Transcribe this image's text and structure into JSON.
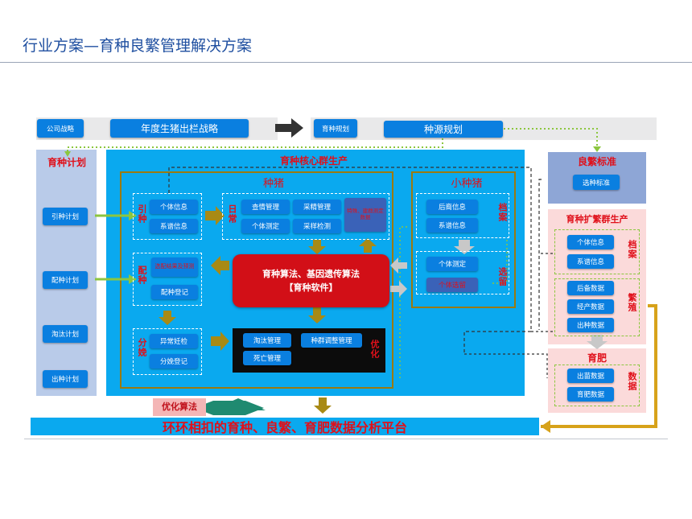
{
  "page_title": "行业方案—育种良繁管理解决方案",
  "top_bar": {
    "company_strategy": "公司战略",
    "annual_strategy": "年度生猪出栏战略",
    "breeding_plan": "育种规划",
    "source_plan": "种源规划"
  },
  "left_column": {
    "title": "育种计划",
    "items": [
      "引种计划",
      "配种计划",
      "淘汰计划",
      "出种计划"
    ]
  },
  "core": {
    "title": "育种核心群生产",
    "breeding_pig": {
      "title": "种猪",
      "intro_label": "引种",
      "intro_items": [
        "个体信息",
        "系谱信息"
      ],
      "daily_label": "日常",
      "daily_items": [
        "查情管理",
        "采精管理",
        "个体测定",
        "采样检测"
      ],
      "daily_red": "特殊、建群测定数据",
      "mating_label": "配种",
      "mating_red": "选配结果及预测",
      "mating_item": "配种登记",
      "farrow_label": "分娩",
      "farrow_items": [
        "异常妊检",
        "分娩登记"
      ],
      "algo_line1": "育种算法、基因遗传算法",
      "algo_line2": "【育种软件】",
      "cull_label": "优化",
      "cull_items": [
        "淘汰管理",
        "种群调整管理",
        "死亡管理"
      ]
    },
    "piglet": {
      "title": "小种猪",
      "archive_label": "档案",
      "archive_items": [
        "后裔信息",
        "系谱信息"
      ],
      "select_label": "选留",
      "select_items": [
        "个体测定",
        "个体选留"
      ]
    }
  },
  "right_column": {
    "standard_title": "良繁标准",
    "standard_item": "选种标准",
    "expand_title": "育种扩繁群生产",
    "archive_label": "档案",
    "archive_items": [
      "个体信息",
      "系谱信息"
    ],
    "breed_label": "繁殖",
    "breed_items": [
      "后备数据",
      "经产数据",
      "出种数据"
    ],
    "fatten_title": "育肥",
    "data_label": "数据",
    "fatten_items": [
      "出苗数据",
      "育肥数据"
    ]
  },
  "bottom": {
    "optimize_label": "优化算法",
    "platform_title": "环环相扣的育种、良繁、育肥数据分析平台"
  },
  "colors": {
    "core_bg": "#0aa9ef",
    "button": "#0a7fe0",
    "red": "#e0101a",
    "olive": "#9a7a10",
    "panel_blue": "#b9cbe9",
    "panel_pink": "#fbdada"
  }
}
